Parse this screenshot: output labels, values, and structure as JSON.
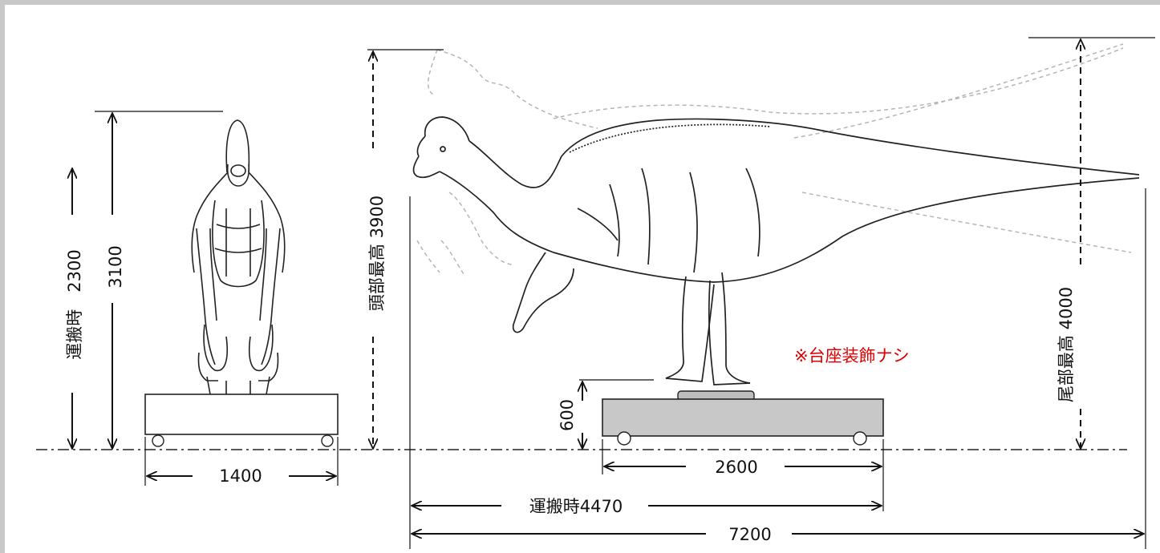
{
  "front_view": {
    "transport_height_label": "運搬時　2300",
    "total_height_label": "3100",
    "width_label": "1400"
  },
  "side_view": {
    "head_height_label": "頭部最高 3900",
    "tail_height_label": "尾部最高 4000",
    "base_height_label": "600",
    "base_width_label": "2600",
    "transport_length_label": "運搬時4470",
    "total_length_label": "7200",
    "note": "※台座装飾ナシ"
  },
  "colors": {
    "note": "#e00000",
    "base_fill": "#c8c8c8",
    "line": "#111111",
    "ghost": "#b5b5b5"
  },
  "icons": [
    "front-dinosaur-figure",
    "side-dinosaur-figure",
    "ghost-pose-outline"
  ]
}
